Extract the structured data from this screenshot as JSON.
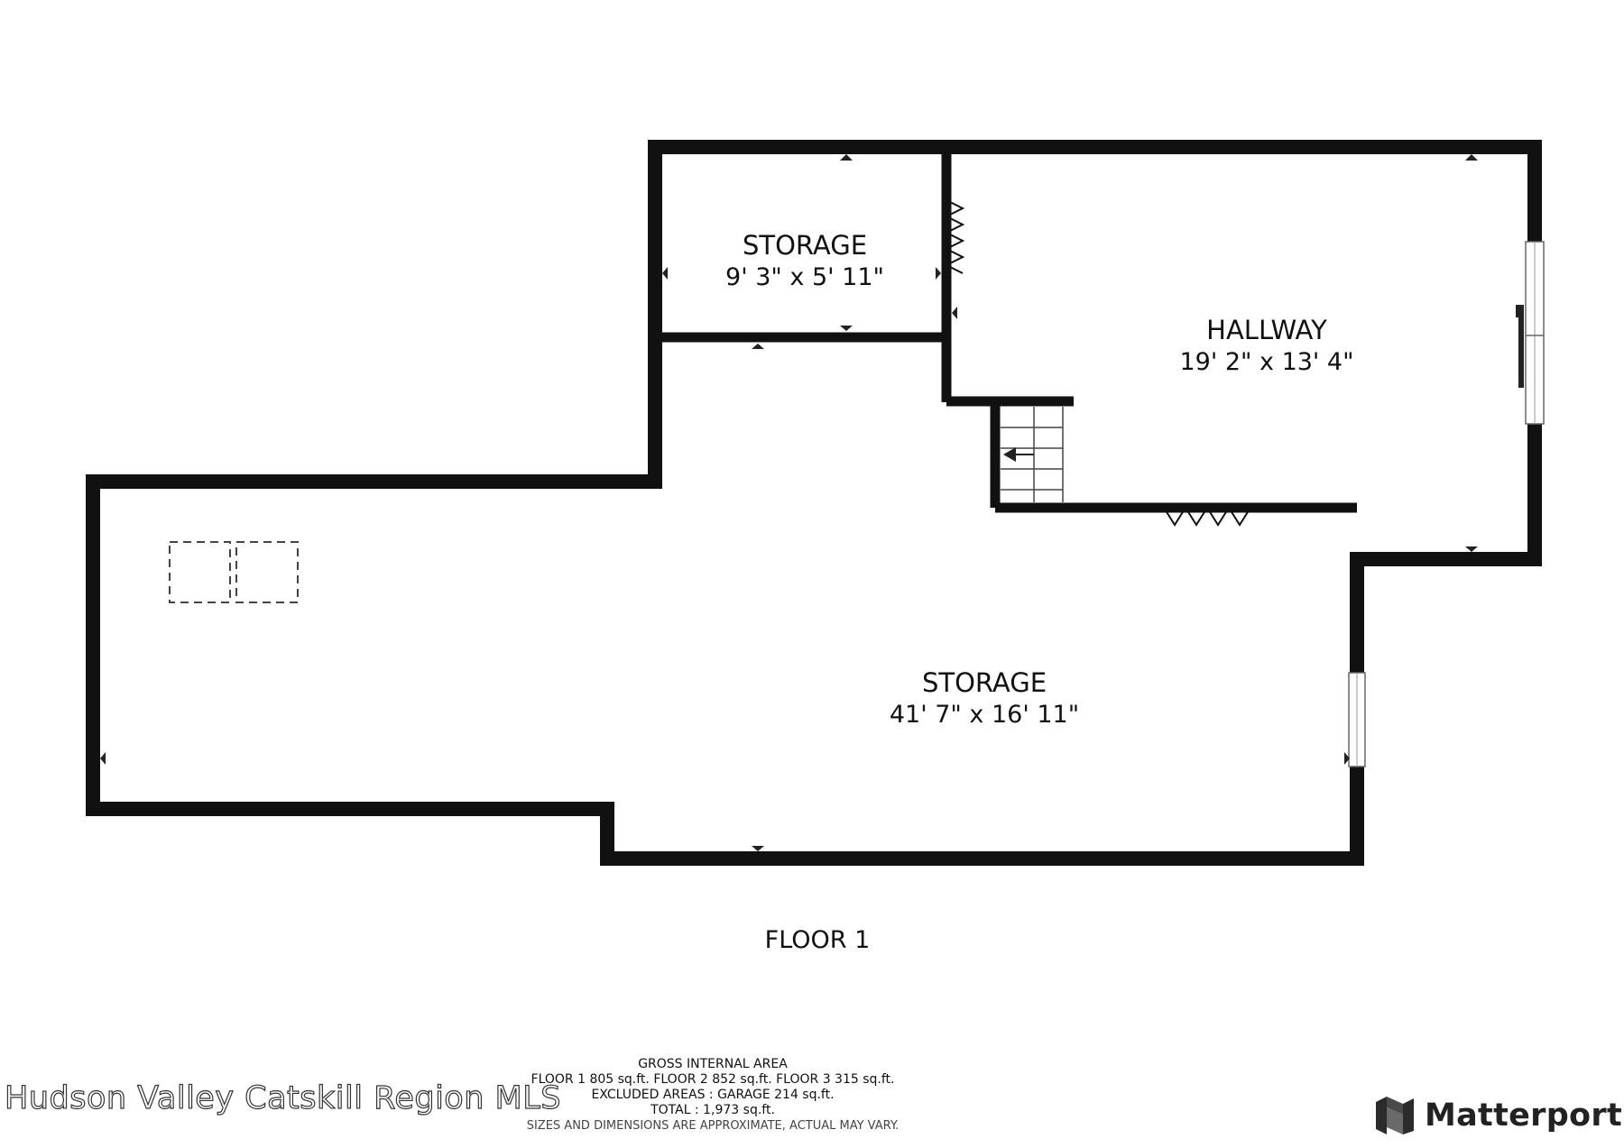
{
  "rooms": [
    {
      "name": "STORAGE",
      "dimensions": "9' 3\" x 5' 11\""
    },
    {
      "name": "HALLWAY",
      "dimensions": "19' 2\" x 13' 4\""
    },
    {
      "name": "STORAGE",
      "dimensions": "41' 7\" x 16' 11\""
    }
  ],
  "floor_label": "FLOOR 1",
  "area_summary": {
    "heading": "GROSS INTERNAL AREA",
    "floors_line": "FLOOR 1 805 sq.ft.   FLOOR 2 852 sq.ft.   FLOOR 3 315 sq.ft.",
    "excluded_line": "EXCLUDED AREAS :  GARAGE 214 sq.ft.",
    "total_line": "TOTAL :  1,973 sq.ft.",
    "disclaimer": "SIZES AND DIMENSIONS ARE APPROXIMATE, ACTUAL MAY VARY."
  },
  "watermark": "Hudson Valley Catskill Region MLS",
  "brand": {
    "name": "Matterport",
    "icon": "matterport-logo-icon"
  },
  "colors": {
    "wall": "#111111",
    "background": "#ffffff"
  }
}
